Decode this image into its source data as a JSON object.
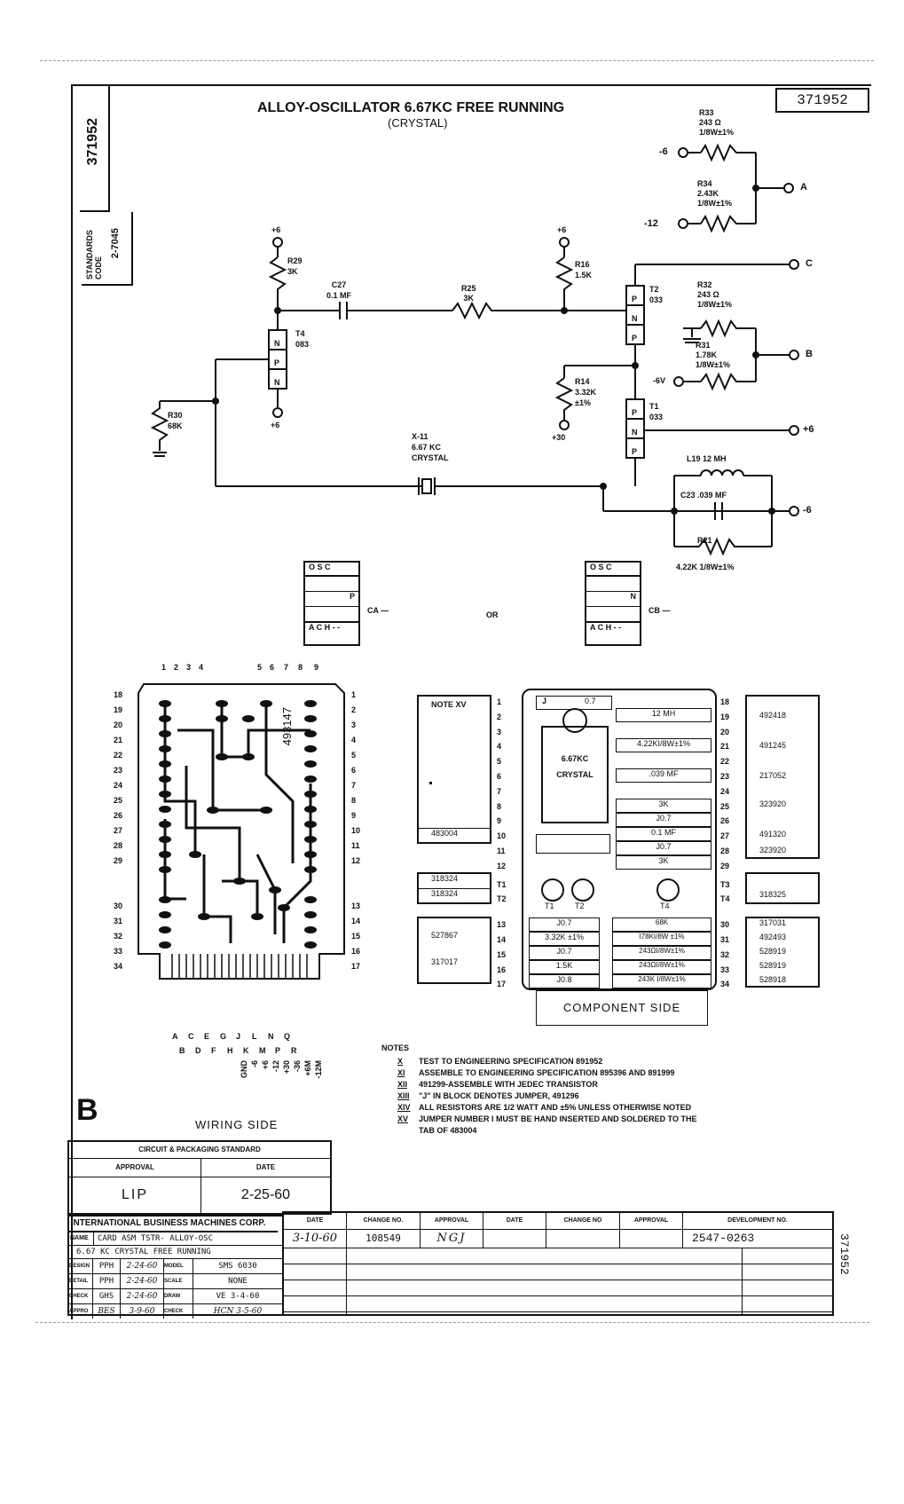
{
  "drawing_number": "371952",
  "title_main": "ALLOY-OSCILLATOR 6.67KC FREE RUNNING",
  "title_sub": "(CRYSTAL)",
  "standards_label": "STANDARDS CODE",
  "standards_code": "2-7045",
  "schematic": {
    "R33": [
      "R33",
      "243 Ω",
      "1/8W±1%"
    ],
    "R34": [
      "R34",
      "2.43K",
      "1/8W±1%"
    ],
    "neg6": "-6",
    "neg12": "-12",
    "out_A": "A",
    "R29": [
      "R29",
      "3K"
    ],
    "top_plus6_left": "+6",
    "C27": [
      "C27",
      "0.1 MF"
    ],
    "R25": [
      "R25",
      "3K"
    ],
    "plus6_mid": "+6",
    "R16": [
      "R16",
      "1.5K"
    ],
    "T2": [
      "T2",
      "033"
    ],
    "out_C": "C",
    "R32": [
      "R32",
      "243 Ω",
      "1/8W±1%"
    ],
    "R31": [
      "R31",
      "1.78K",
      "1/8W±1%"
    ],
    "neg6v": "-6V",
    "out_B": "B",
    "T4": [
      "T4",
      "083"
    ],
    "T4_layers": [
      "N",
      "P",
      "N"
    ],
    "T2_layers": [
      "P",
      "N",
      "P"
    ],
    "T1_layers": [
      "P",
      "N",
      "P"
    ],
    "plus6_bottom": "+6",
    "R30": [
      "R30",
      "68K"
    ],
    "R14": [
      "R14",
      "3.32K",
      "±1%"
    ],
    "plus30": "+30",
    "T1": [
      "T1",
      "033"
    ],
    "out_plus6": "+6",
    "X11": [
      "X-11",
      "6.67 KC",
      "CRYSTAL"
    ],
    "L19": "L19 12 MH",
    "C23": "C23 .039 MF",
    "out_neg6": "-6",
    "R21": [
      "R21",
      "4.22K 1/8W±1%"
    ],
    "osc_block_left": {
      "hdr": "O S C",
      "mark": "P",
      "ach": "A C H - -",
      "tag": "CA"
    },
    "osc_block_right": {
      "hdr": "O S C",
      "mark": "N",
      "ach": "A C H - -",
      "tag": "CB"
    },
    "or": "OR"
  },
  "wiring": {
    "top_numbers": [
      "1",
      "2",
      "3",
      "4",
      "5",
      "6",
      "7",
      "8",
      "9"
    ],
    "left_numbers": [
      "18",
      "19",
      "20",
      "21",
      "22",
      "23",
      "24",
      "25",
      "26",
      "27",
      "28",
      "29",
      "30",
      "31",
      "32",
      "33",
      "34"
    ],
    "right_numbers": [
      "1",
      "2",
      "3",
      "4",
      "5",
      "6",
      "7",
      "8",
      "9",
      "10",
      "11",
      "12",
      "13",
      "14",
      "15",
      "16",
      "17"
    ],
    "board_id": "493147",
    "pins_top": [
      "A",
      "C",
      "E",
      "G",
      "J",
      "L",
      "N",
      "Q"
    ],
    "pins_bottom": [
      "B",
      "D",
      "F",
      "H",
      "K",
      "M",
      "P",
      "R"
    ],
    "pin_voltages": [
      "GND",
      "-6",
      "+6",
      "-12",
      "+30",
      "-36",
      "+6M",
      "-12M"
    ],
    "big_letter": "B",
    "label": "WIRING SIDE"
  },
  "component": {
    "note": "NOTE XV",
    "left_boxes": [
      "483004",
      "318324",
      "318324",
      "527867",
      "317017"
    ],
    "left_tags": [
      "T1",
      "T2"
    ],
    "left_numbers": [
      "1",
      "2",
      "3",
      "4",
      "5",
      "6",
      "7",
      "8",
      "9",
      "10",
      "11",
      "12",
      "T1",
      "T2",
      "13",
      "14",
      "15",
      "16",
      "17"
    ],
    "jumper_top": [
      "J",
      "0.7"
    ],
    "crystal": [
      "6.67KC",
      "CRYSTAL"
    ],
    "mid_values": [
      "12 MH",
      "4.22KI/8W±1%",
      ".039 MF",
      "3K",
      "J0.7",
      "0.1 MF",
      "J0.7",
      "3K"
    ],
    "transistors": [
      "T1",
      "T2",
      "T4"
    ],
    "lower_left_values": [
      "J0.7",
      "3.32K ±1%",
      "J0.7",
      "1.5K",
      "J0.8"
    ],
    "lower_right_values": [
      "68K",
      "I78KI/8W ±1%",
      "243ΩI/8W±1%",
      "243ΩI/8W±1%",
      "243K I/8W±1%"
    ],
    "right_numbers": [
      "18",
      "19",
      "20",
      "21",
      "22",
      "23",
      "24",
      "25",
      "26",
      "27",
      "28",
      "29",
      "T3",
      "T4",
      "30",
      "31",
      "32",
      "33",
      "34"
    ],
    "right_parts": [
      "492418",
      "491245",
      "217052",
      "323920",
      "491320",
      "323920",
      "318325",
      "317031",
      "492493",
      "528919",
      "528919",
      "528918"
    ],
    "label": "COMPONENT SIDE"
  },
  "notes": {
    "heading": "NOTES",
    "items": [
      {
        "num": "X",
        "text": "TEST TO ENGINEERING SPECIFICATION 891952"
      },
      {
        "num": "XI",
        "text": "ASSEMBLE TO ENGINEERING SPECIFICATION 895396 AND 891999"
      },
      {
        "num": "XII",
        "text": "491299-ASSEMBLE WITH JEDEC TRANSISTOR"
      },
      {
        "num": "XIII",
        "text": "\"J\" IN BLOCK DENOTES JUMPER, 491296"
      },
      {
        "num": "XIV",
        "text": "ALL RESISTORS ARE 1/2 WATT AND ±5% UNLESS OTHERWISE NOTED"
      },
      {
        "num": "XV",
        "text": "JUMPER NUMBER I MUST BE HAND INSERTED AND SOLDERED TO THE"
      },
      {
        "num": "",
        "text": "TAB OF 483004"
      }
    ]
  },
  "approval_block": {
    "heading": "CIRCUIT & PACKAGING STANDARD",
    "col1": "APPROVAL",
    "col2": "DATE",
    "approval": "LIP",
    "date": "2-25-60"
  },
  "title_block": {
    "company": "INTERNATIONAL BUSINESS MACHINES CORP.",
    "name_label": "NAME",
    "name": "CARD ASM TSTR- ALLOY-OSC",
    "name2": "6.67 KC CRYSTAL FREE RUNNING",
    "rows": [
      {
        "label": "DESIGN",
        "who": "PPH",
        "date": "2-24-60",
        "k": "MODEL",
        "v": "SMS 6030"
      },
      {
        "label": "DETAIL",
        "who": "PPH",
        "date": "2-24-60",
        "k": "SCALE",
        "v": "NONE"
      },
      {
        "label": "CHECK",
        "who": "GHS",
        "date": "2-24-60",
        "k": "DRAW",
        "v": "VE 3-4-60"
      },
      {
        "label": "APPRO",
        "who": "BES",
        "date": "3-9-60",
        "k": "CHECK",
        "v": "HCN 3-5-60"
      }
    ],
    "change_headers": [
      "DATE",
      "CHANGE NO.",
      "APPROVAL",
      "DATE",
      "CHANGE NO",
      "APPROVAL",
      "DEVELOPMENT NO."
    ],
    "change_date": "3-10-60",
    "change_no": "108549",
    "change_approval": "NGJ",
    "development_no": "2547-0263",
    "side_number": "371952"
  }
}
